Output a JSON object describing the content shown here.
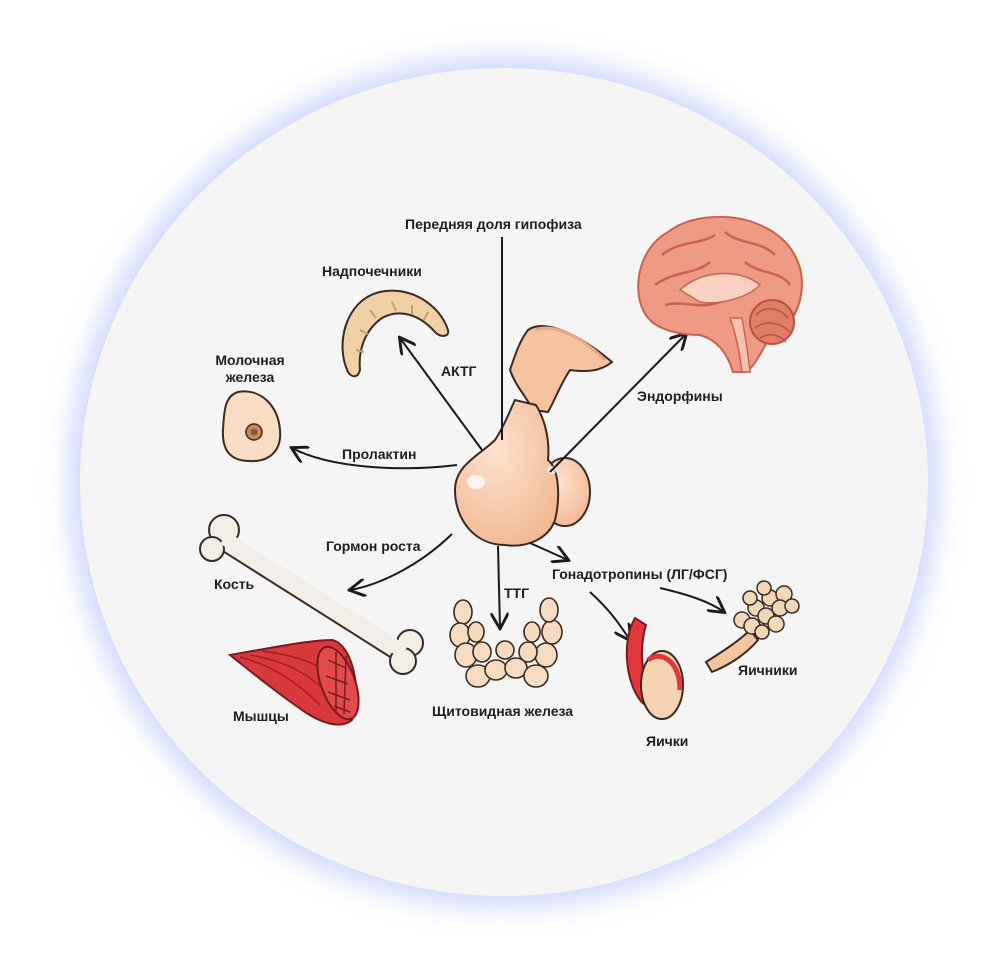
{
  "title": "Передняя доля гипофиза",
  "targets": {
    "adrenal": "Надпочечники",
    "mammary_line1": "Молочная",
    "mammary_line2": "железа",
    "bone": "Кость",
    "muscles": "Мышцы",
    "thyroid": "Щитовидная железа",
    "testes": "Яички",
    "ovaries": "Яичники"
  },
  "hormones": {
    "acth": "АКТГ",
    "prolactin": "Пролактин",
    "growth": "Гормон роста",
    "tsh": "ТТГ",
    "gonadotropins": "Гонадотропины (ЛГ/ФСГ)",
    "endorphins": "Эндорфины"
  },
  "colors": {
    "gland": "#f6c8a6",
    "brain": "#ef9a85",
    "adrenal": "#f0d1a6",
    "muscle": "#d8393c",
    "bone": "#f3efe8",
    "thyroid": "#f5dcc0",
    "testis_duct": "#e0383a",
    "ovary": "#f2d8b6",
    "arrow": "#1a1a1a"
  }
}
